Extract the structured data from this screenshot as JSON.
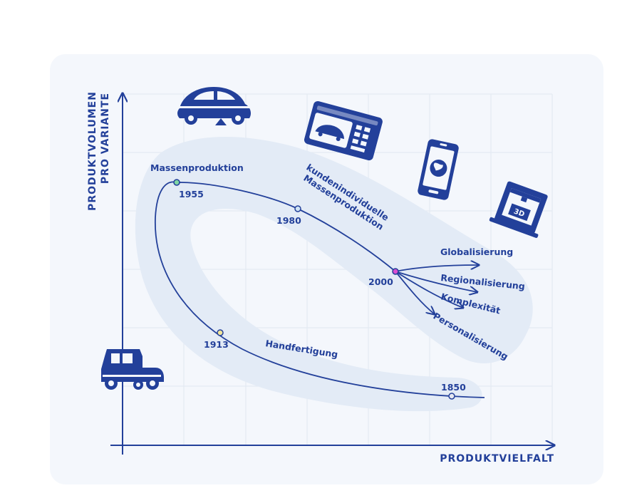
{
  "axes": {
    "x_title": "PRODUKTVIELFALT",
    "y_title_line1": "PRODUKTVOLUMEN",
    "y_title_line2": "PRO VARIANTE"
  },
  "phases": {
    "mass": "Massenproduktion",
    "custom_line1": "kundenindividuelle",
    "custom_line2": "Massenproduktion",
    "craft": "Handfertigung"
  },
  "years": {
    "y1850": "1850",
    "y1913": "1913",
    "y1955": "1955",
    "y1980": "1980",
    "y2000": "2000"
  },
  "branches": {
    "b1": "Globalisierung",
    "b2": "Regionalisierung",
    "b3": "Komplexität",
    "b4": "Personalisierung"
  },
  "icons": [
    "vintage-car-icon",
    "beetle-car-icon",
    "car-configurator-icon",
    "smartphone-globe-icon",
    "3d-printer-icon"
  ],
  "colors": {
    "primary": "#23409a",
    "panel": "#f4f7fc",
    "band": "#e3ebf6",
    "grid": "#e4eaf3",
    "dot_green": "#7fd6a3",
    "dot_yellow": "#f0e59a",
    "dot_magenta": "#d94fd1"
  }
}
